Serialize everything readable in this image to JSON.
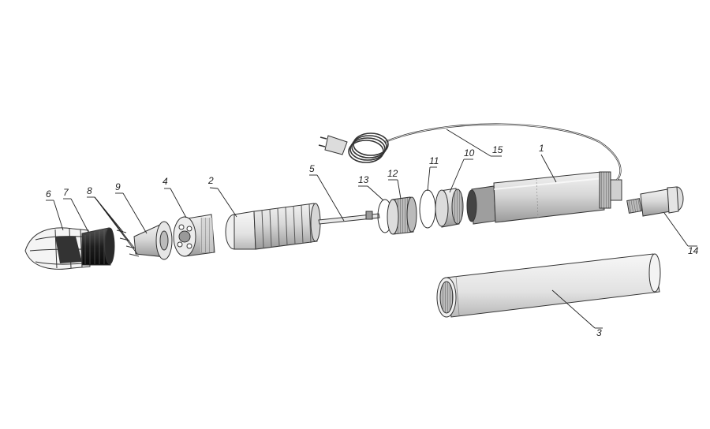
{
  "diagram": {
    "title": "",
    "callouts": [
      {
        "id": "1",
        "label": "1"
      },
      {
        "id": "2",
        "label": "2"
      },
      {
        "id": "3",
        "label": "3"
      },
      {
        "id": "4",
        "label": "4"
      },
      {
        "id": "5",
        "label": "5"
      },
      {
        "id": "6",
        "label": "6"
      },
      {
        "id": "7",
        "label": "7"
      },
      {
        "id": "8",
        "label": "8"
      },
      {
        "id": "9",
        "label": "9"
      },
      {
        "id": "10",
        "label": "10"
      },
      {
        "id": "11",
        "label": "11"
      },
      {
        "id": "12",
        "label": "12"
      },
      {
        "id": "13",
        "label": "13"
      },
      {
        "id": "14",
        "label": "14"
      },
      {
        "id": "15",
        "label": "15"
      }
    ],
    "colors": {
      "line": "#222222",
      "light": "#e8e8e8",
      "mid": "#bdbdbd",
      "dark": "#1e1e1e"
    }
  }
}
